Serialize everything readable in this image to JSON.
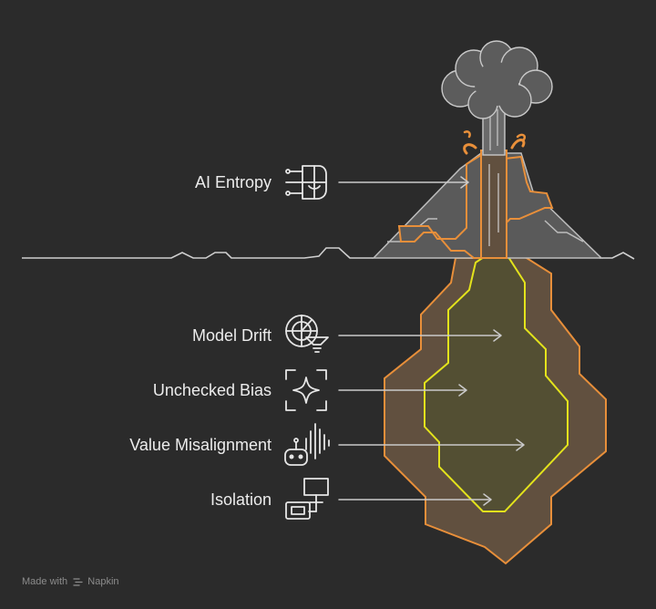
{
  "labels": {
    "entropy": "AI Entropy",
    "drift": "Model Drift",
    "bias": "Unchecked Bias",
    "misalignment": "Value Misalignment",
    "isolation": "Isolation"
  },
  "icons": {
    "entropy": "brain-circuit-icon",
    "drift": "radar-funnel-icon",
    "bias": "sparkle-focus-icon",
    "misalignment": "robot-soundwave-icon",
    "isolation": "monitor-network-icon"
  },
  "colors": {
    "background": "#2b2b2b",
    "outer_chamber": "#61503f",
    "outer_outline": "#e88f3a",
    "inner_chamber": "#534f33",
    "inner_outline": "#e3e31c",
    "mountain": "#5a5a5a",
    "cloud": "#5c5c5c",
    "text": "#ececec",
    "arrow": "#c9c9c9"
  },
  "footer": {
    "made_with": "Made with",
    "brand": "Napkin"
  }
}
